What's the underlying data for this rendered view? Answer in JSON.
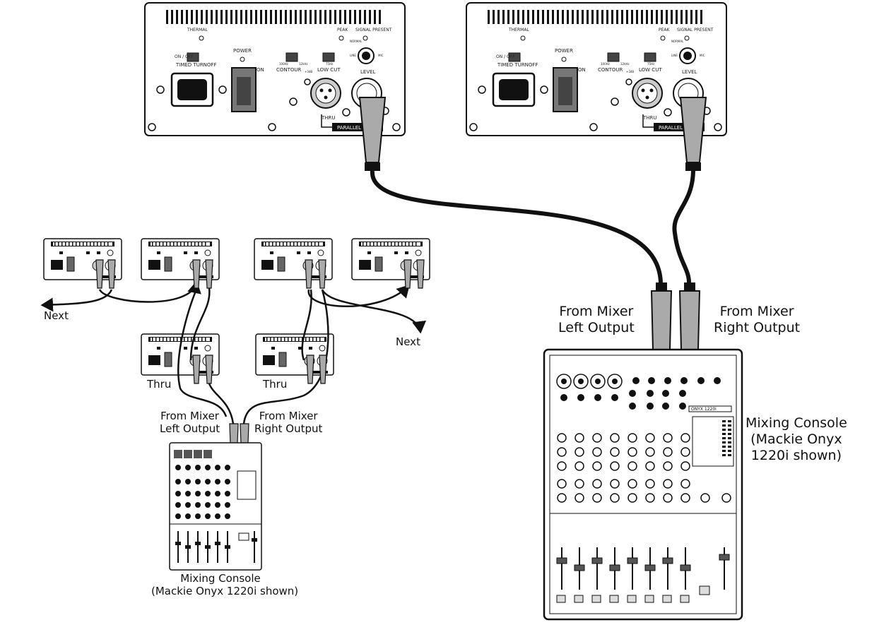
{
  "amp_panel": {
    "thermal": "THERMAL",
    "peak": "PEAK",
    "signal_present": "SIGNAL PRESENT",
    "power": "POWER",
    "on": "ON",
    "on_off": "ON / OFF",
    "timed_turnoff": "TIMED TURNOFF",
    "contour": "CONTOUR",
    "contour_left": "100Hz",
    "contour_right": "12kHz",
    "contour_db": "+3dB",
    "low_cut": "LOW CUT",
    "low_cut_freq": "75Hz",
    "normal": "NORMAL",
    "line": "LINE",
    "mic": "MIC",
    "level": "LEVEL",
    "thru": "THRU",
    "parallel": "PARALLEL"
  },
  "labels": {
    "left_output_large": [
      "From Mixer",
      "Left Output"
    ],
    "right_output_large": [
      "From Mixer",
      "Right Output"
    ],
    "left_output_small": [
      "From Mixer",
      "Left Output"
    ],
    "right_output_small": [
      "From Mixer",
      "Right Output"
    ],
    "next_left": "Next",
    "next_right": "Next",
    "thru_left": "Thru",
    "thru_right": "Thru",
    "console_large": [
      "Mixing Console",
      "(Mackie Onyx",
      "1220i shown)"
    ],
    "console_small": [
      "Mixing Console",
      "(Mackie Onyx 1220i shown)"
    ],
    "console_brand": "ONYX 1220i"
  }
}
